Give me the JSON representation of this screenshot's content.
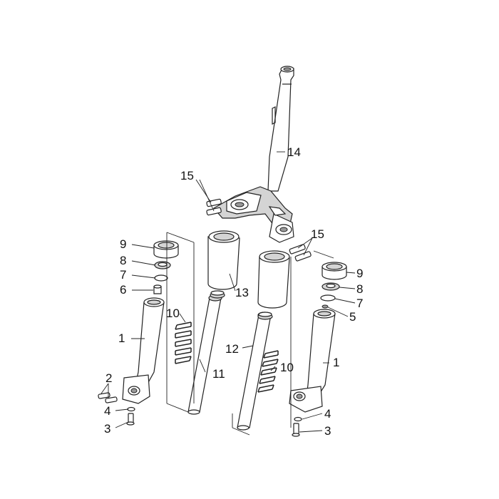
{
  "labels": {
    "l1a": "1",
    "l1b": "1",
    "l2": "2",
    "l3a": "3",
    "l3b": "3",
    "l4a": "4",
    "l4b": "4",
    "l5": "5",
    "l6": "6",
    "l7a": "7",
    "l7b": "7",
    "l8a": "8",
    "l8b": "8",
    "l9a": "9",
    "l9b": "9",
    "l10a": "10",
    "l10b": "10",
    "l11": "11",
    "l12": "12",
    "l13": "13",
    "l14": "14",
    "l15a": "15",
    "l15b": "15"
  }
}
